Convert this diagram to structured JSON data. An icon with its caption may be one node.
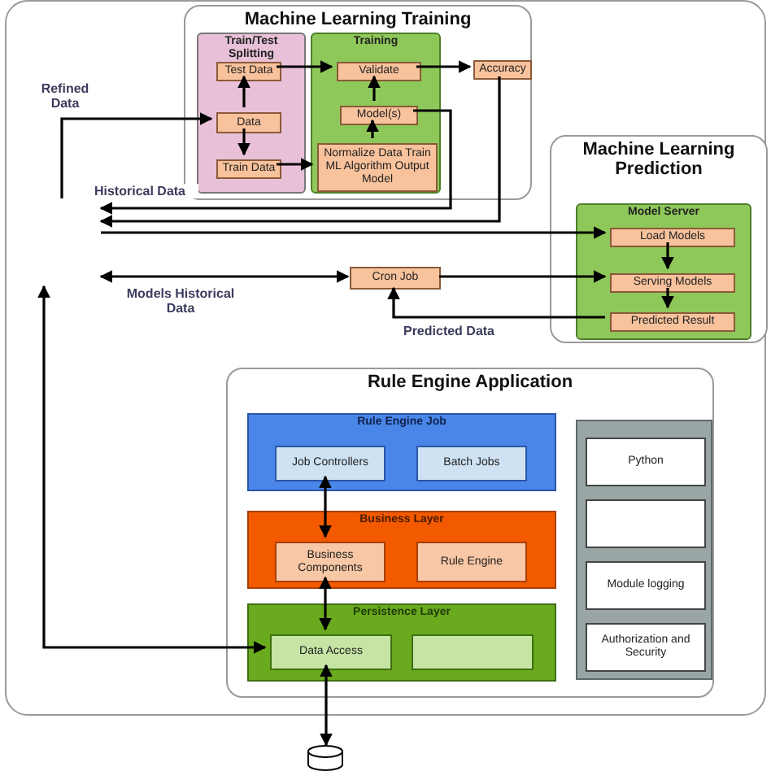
{
  "diagram": {
    "nodes": [
      {
        "text": [],
        "shape": "box"
      },
      {
        "text": [
          "Machine Learning Training"
        ],
        "in": 0
      },
      {
        "text": [
          "Train/Test Splitting"
        ],
        "in": 1
      },
      {
        "text": [
          "Test Data"
        ],
        "in": 2
      },
      {
        "text": [
          "Data"
        ],
        "in": 2
      },
      {
        "text": [
          "Train Data"
        ],
        "in": 2
      },
      {
        "text": [
          "Training"
        ],
        "in": 1
      },
      {
        "text": [
          "Validate"
        ],
        "in": 6
      },
      {
        "text": [
          "Model(s)"
        ],
        "in": 6
      },
      {
        "text": [
          "Normalize Data Train ML Algorithm Output Model"
        ],
        "in": 6
      },
      {
        "text": [
          "Accuracy"
        ],
        "in": 1
      },
      {
        "text": [
          "Machine Learning Prediction"
        ],
        "in": 0
      },
      {
        "text": [
          "Model Server"
        ],
        "in": 11
      },
      {
        "text": [
          "Load Models"
        ],
        "in": 12
      },
      {
        "text": [
          "Serving Models"
        ],
        "in": 12
      },
      {
        "text": [
          "Predicted Result"
        ],
        "in": 12
      },
      {
        "text": [
          "Cron Job"
        ],
        "in": 0
      },
      {
        "text": [
          "Rule Engine Application"
        ],
        "in": 0
      },
      {
        "text": [
          "Rule Engine Job"
        ],
        "in": 17
      },
      {
        "text": [
          "Job Controllers"
        ],
        "in": 18
      },
      {
        "text": [
          "Batch Jobs"
        ],
        "in": 18
      },
      {
        "text": [
          "Business Layer"
        ],
        "in": 17
      },
      {
        "text": [
          "Business Components"
        ],
        "in": 21
      },
      {
        "text": [
          "Rule Engine"
        ],
        "in": 21
      },
      {
        "text": [
          "Persistence Layer"
        ],
        "in": 17
      },
      {
        "text": [
          "Data Access"
        ],
        "in": 24
      },
      {
        "text": [],
        "shape": "box",
        "in": 24
      },
      {
        "text": [],
        "shape": "box",
        "in": 17
      },
      {
        "text": [
          "Python"
        ],
        "in": 27
      },
      {
        "text": [],
        "shape": "box",
        "in": 27
      },
      {
        "text": [
          "Module logging"
        ],
        "in": 27
      },
      {
        "text": [
          "Authorization and Security"
        ],
        "in": 27
      },
      {
        "text": [],
        "shape": "cylinder"
      }
    ],
    "edges": [
      {
        "from": null,
        "to": 4,
        "arrow": "to",
        "label": "Refined Data"
      },
      {
        "from": 4,
        "to": 3,
        "arrow": "to"
      },
      {
        "from": 4,
        "to": 5,
        "arrow": "to"
      },
      {
        "from": 3,
        "to": 7,
        "arrow": "to"
      },
      {
        "from": 5,
        "to": 9,
        "arrow": "to"
      },
      {
        "from": 9,
        "to": 8,
        "arrow": "to"
      },
      {
        "from": 8,
        "to": 7,
        "arrow": "to"
      },
      {
        "from": 7,
        "to": 10,
        "arrow": "to"
      },
      {
        "from": 8,
        "to": null,
        "arrow": "to",
        "label": "Historical Data"
      },
      {
        "from": 10,
        "to": null,
        "arrow": "to"
      },
      {
        "from": null,
        "to": 13,
        "arrow": "to"
      },
      {
        "from": null,
        "to": 16,
        "arrow": "both",
        "label": "Models Historical Data"
      },
      {
        "from": 16,
        "to": 14,
        "arrow": "to"
      },
      {
        "from": 15,
        "to": 16,
        "arrow": "to",
        "label": "Predicted Data"
      },
      {
        "from": 13,
        "to": 14,
        "arrow": "to"
      },
      {
        "from": 14,
        "to": 15,
        "arrow": "to"
      },
      {
        "from": null,
        "to": 25,
        "arrow": "both"
      },
      {
        "from": 19,
        "to": 22,
        "arrow": "both"
      },
      {
        "from": 22,
        "to": 25,
        "arrow": "both"
      },
      {
        "from": 25,
        "to": 32,
        "arrow": "both"
      }
    ]
  }
}
